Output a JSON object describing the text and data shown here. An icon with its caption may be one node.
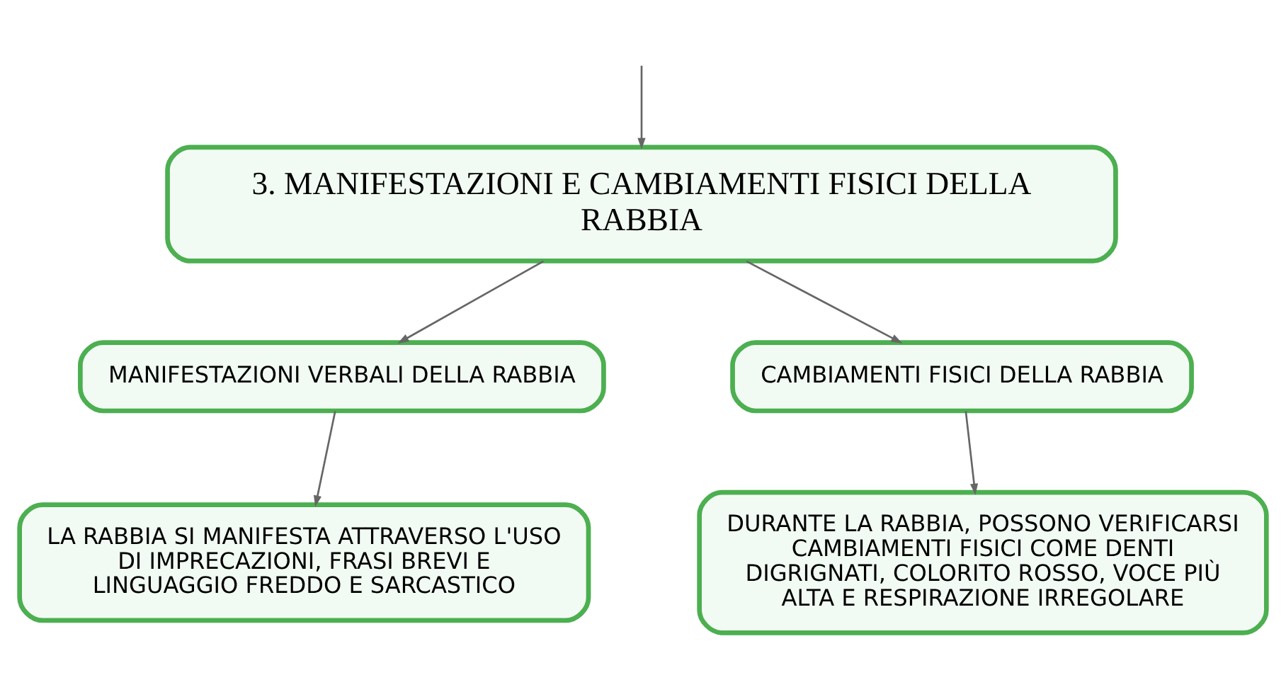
{
  "diagram": {
    "nodes": [
      {
        "text": [
          "3. MANIFESTAZIONI E CAMBIAMENTI FISICI DELLA RABBIA"
        ]
      },
      {
        "text": [
          "MANIFESTAZIONI VERBALI DELLA RABBIA"
        ]
      },
      {
        "text": [
          "CAMBIAMENTI FISICI DELLA RABBIA"
        ]
      },
      {
        "text": [
          "LA RABBIA SI MANIFESTA ATTRAVERSO L'USO DI IMPRECAZIONI, FRASI BREVI E LINGUAGGIO FREDDO E SARCASTICO"
        ]
      },
      {
        "text": [
          "DURANTE LA RABBIA, POSSONO VERIFICARSI CAMBIAMENTI FISICI COME DENTI DIGRIGNATI, COLORITO ROSSO, VOCE PIÙ ALTA E RESPIRAZIONE IRREGOLARE"
        ]
      }
    ],
    "edges": [
      {
        "from": null,
        "to": 0,
        "arrow": "to"
      },
      {
        "from": 0,
        "to": 1,
        "arrow": "to"
      },
      {
        "from": 0,
        "to": 2,
        "arrow": "to"
      },
      {
        "from": 1,
        "to": 3,
        "arrow": "to"
      },
      {
        "from": 2,
        "to": 4,
        "arrow": "to"
      }
    ]
  }
}
